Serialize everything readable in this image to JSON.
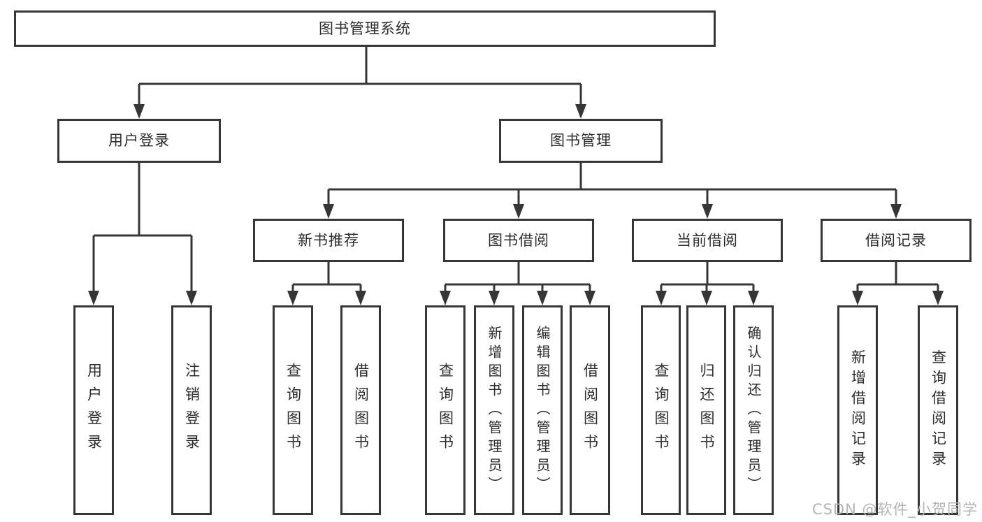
{
  "tree": {
    "label": "图书管理系统",
    "children": [
      {
        "label": "用户登录",
        "children": [
          {
            "label": "用户登录"
          },
          {
            "label": "注销登录"
          }
        ]
      },
      {
        "label": "图书管理",
        "children": [
          {
            "label": "新书推荐",
            "children": [
              {
                "label": "查询图书"
              },
              {
                "label": "借阅图书"
              }
            ]
          },
          {
            "label": "图书借阅",
            "children": [
              {
                "label": "查询图书"
              },
              {
                "label": "新增图书（管理员）"
              },
              {
                "label": "编辑图书（管理员）"
              },
              {
                "label": "借阅图书"
              }
            ]
          },
          {
            "label": "当前借阅",
            "children": [
              {
                "label": "查询图书"
              },
              {
                "label": "归还图书"
              },
              {
                "label": "确认归还（管理员）"
              }
            ]
          },
          {
            "label": "借阅记录",
            "children": [
              {
                "label": "新增借阅记录"
              },
              {
                "label": "查询借阅记录"
              }
            ]
          }
        ]
      }
    ]
  },
  "watermark": "CSDN @软件_小贺同学",
  "colors": {
    "line": "#363636",
    "box_border": "#363636",
    "text": "#2d2d2d",
    "background": "#ffffff",
    "watermark": "#b5b5b5"
  }
}
